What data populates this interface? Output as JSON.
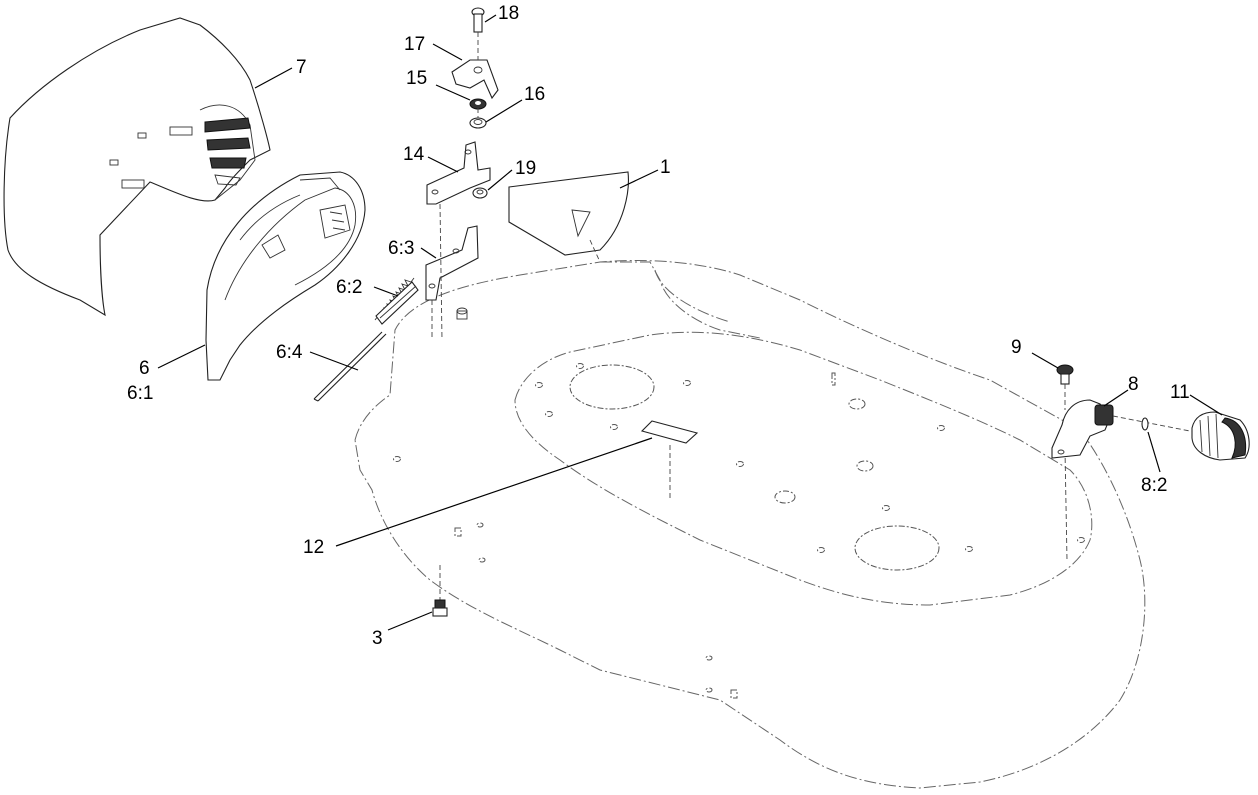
{
  "callouts": [
    {
      "id": "1",
      "text": "1"
    },
    {
      "id": "3",
      "text": "3"
    },
    {
      "id": "6",
      "text": "6"
    },
    {
      "id": "6_1",
      "text": "6:1"
    },
    {
      "id": "6_2",
      "text": "6:2"
    },
    {
      "id": "6_3",
      "text": "6:3"
    },
    {
      "id": "6_4",
      "text": "6:4"
    },
    {
      "id": "7",
      "text": "7"
    },
    {
      "id": "8",
      "text": "8"
    },
    {
      "id": "8_2",
      "text": "8:2"
    },
    {
      "id": "9",
      "text": "9"
    },
    {
      "id": "11",
      "text": "11"
    },
    {
      "id": "12",
      "text": "12"
    },
    {
      "id": "14",
      "text": "14"
    },
    {
      "id": "15",
      "text": "15"
    },
    {
      "id": "16",
      "text": "16"
    },
    {
      "id": "17",
      "text": "17"
    },
    {
      "id": "18",
      "text": "18"
    },
    {
      "id": "19",
      "text": "19"
    }
  ]
}
